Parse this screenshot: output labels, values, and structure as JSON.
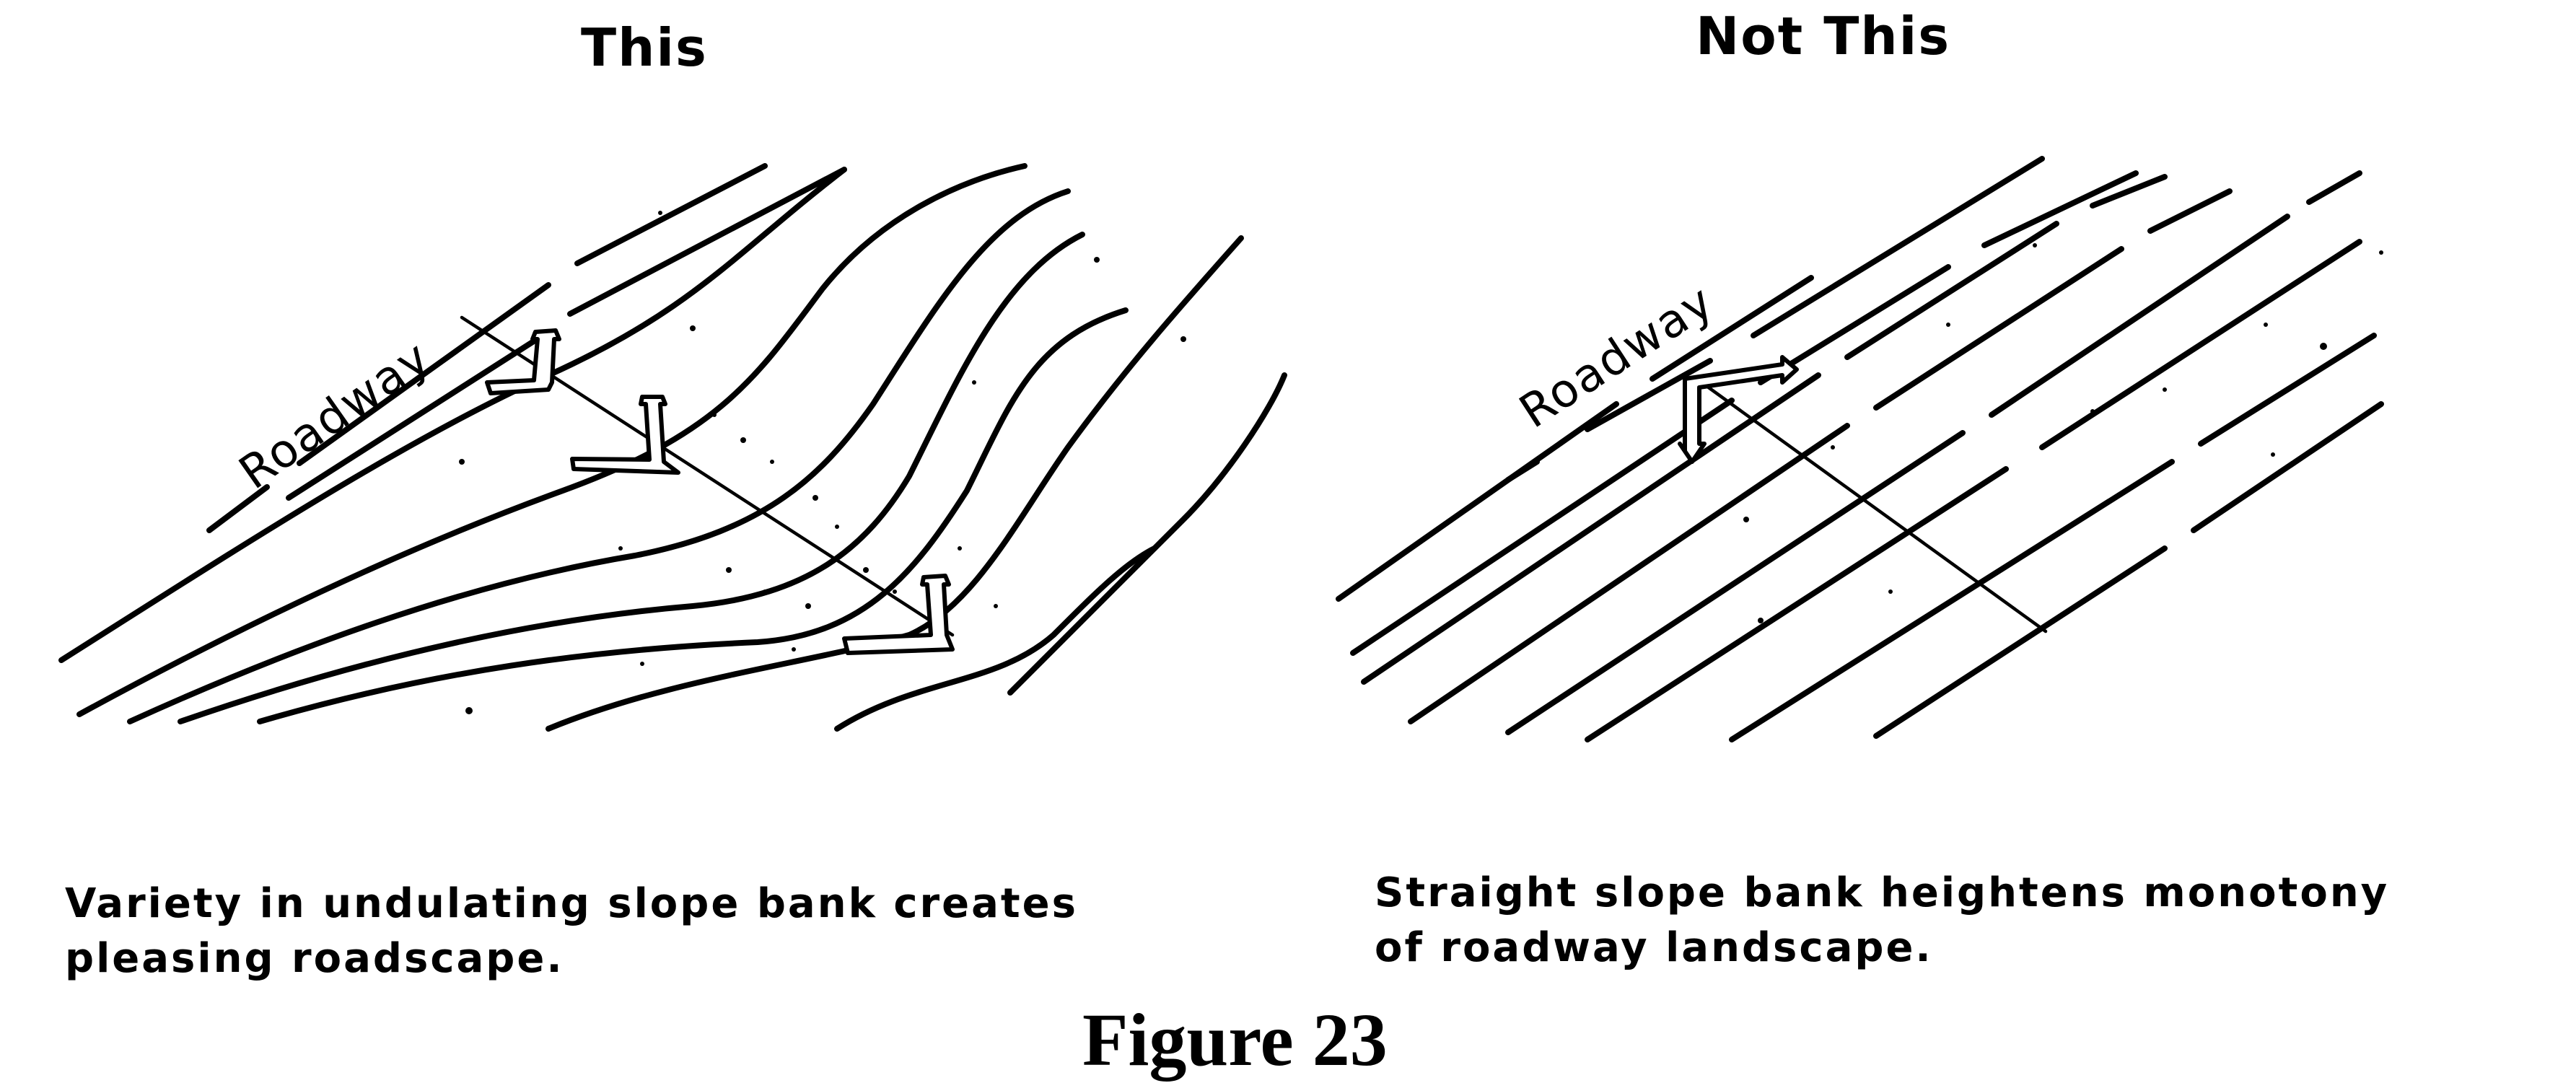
{
  "panels": {
    "left": {
      "title": "This",
      "roadway_label": "Roadway",
      "caption_line1": "Variety in undulating slope bank creates",
      "caption_line2": "pleasing roadscape."
    },
    "right": {
      "title": "Not This",
      "roadway_label": "Roadway",
      "caption_line1": "Straight slope bank heightens monotony",
      "caption_line2": "of roadway landscape."
    }
  },
  "figure_label": "Figure 23"
}
